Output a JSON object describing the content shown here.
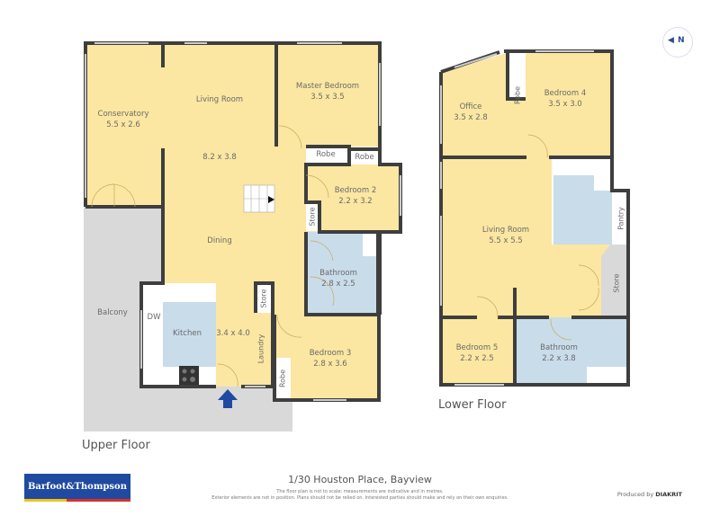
{
  "plan": {
    "address": "1/30 Houston Place, Bayview",
    "disclaimer_line1": "The floor plan is not to scale; measurements are indicative and in metres.",
    "disclaimer_line2": "Exterior elements are not in position. Plans should not be relied on. Interested parties should make and rely on their own enquiries.",
    "produced_by_prefix": "Produced by",
    "produced_by_brand": "DIAKRIT",
    "agency_logo": "Barfoot&Thompson",
    "compass": "N",
    "colors": {
      "room_yellow": "#fbe7a1",
      "wet_blue": "#c9dcea",
      "exterior_gray": "#d9d9d9",
      "wall": "#3e3e3e",
      "entry_arrow": "#1f4aa0"
    }
  },
  "upper_floor": {
    "label": "Upper Floor",
    "rooms": {
      "conservatory": {
        "name": "Conservatory",
        "size": "5.5 x 2.6"
      },
      "living": {
        "name": "Living Room",
        "size": "8.2 x 3.8"
      },
      "master": {
        "name": "Master Bedroom",
        "size": "3.5 x 3.5"
      },
      "robe1": {
        "name": "Robe"
      },
      "robe2": {
        "name": "Robe"
      },
      "bed2": {
        "name": "Bedroom 2",
        "size": "2.2 x 3.2"
      },
      "store1": {
        "name": "Store"
      },
      "dining": {
        "name": "Dining"
      },
      "bathroom": {
        "name": "Bathroom",
        "size": "2.8 x 2.5"
      },
      "balcony": {
        "name": "Balcony"
      },
      "dw": {
        "name": "DW"
      },
      "kitchen": {
        "name": "Kitchen",
        "size": "3.4 x 4.0"
      },
      "store2": {
        "name": "Store"
      },
      "laundry": {
        "name": "Laundry"
      },
      "robe3": {
        "name": "Robe"
      },
      "bed3": {
        "name": "Bedroom 3",
        "size": "2.8 x 3.6"
      }
    }
  },
  "lower_floor": {
    "label": "Lower Floor",
    "rooms": {
      "office": {
        "name": "Office",
        "size": "3.5 x 2.8"
      },
      "robe": {
        "name": "Robe"
      },
      "bed4": {
        "name": "Bedroom 4",
        "size": "3.5 x 3.0"
      },
      "living": {
        "name": "Living Room",
        "size": "5.5 x 5.5"
      },
      "pantry": {
        "name": "Pantry"
      },
      "store": {
        "name": "Store"
      },
      "bed5": {
        "name": "Bedroom 5",
        "size": "2.2 x 2.5"
      },
      "bathroom": {
        "name": "Bathroom",
        "size": "2.2 x 3.8"
      }
    }
  }
}
